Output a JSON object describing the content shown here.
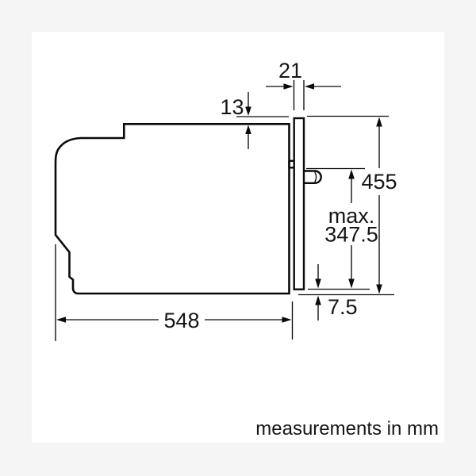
{
  "canvas": {
    "page_background": "#f5f5f6",
    "surface": "#ffffff",
    "ink": "#0a0a0a"
  },
  "caption": "measurements in mm",
  "dimensions": {
    "panel_thickness": "21",
    "top_clearance": "13",
    "overall_height": "455",
    "door_max_line1": "max.",
    "door_max_line2": "347.5",
    "bottom_clearance": "7.5",
    "depth": "548"
  }
}
